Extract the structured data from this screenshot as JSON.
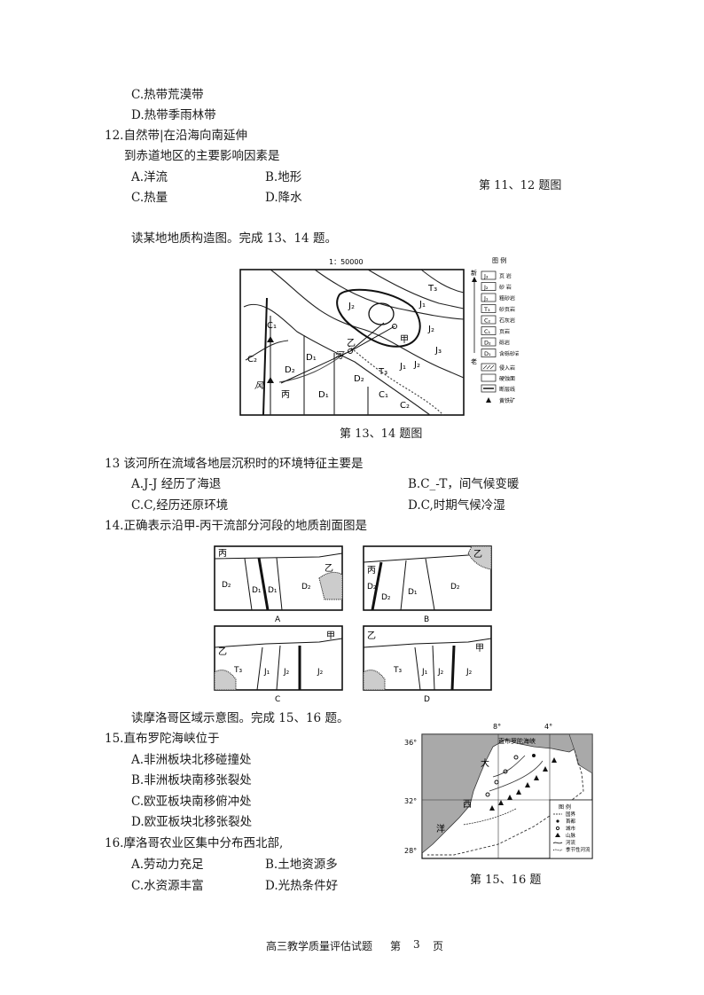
{
  "q11": {
    "opt_c": "C.热带荒漠带",
    "opt_d": "D.热带季雨林带"
  },
  "q12": {
    "stem_line1": "12.自然带|在沿海向南延伸",
    "stem_line2": "到赤道地区的主要影响因素是",
    "opt_a": "A.洋流",
    "opt_b": "B.地形",
    "opt_c": "C.热量",
    "opt_d": "D.降水"
  },
  "fig_11_12_caption": "第 11、12 题图",
  "intro_13_14": "读某地地质构造图。完成 13、14 题。",
  "geo_map": {
    "scale": "1：50000",
    "labels": {
      "j1": "J₁",
      "j2": "J₂",
      "j3": "J₃",
      "t3": "T₃",
      "c1": "C₁",
      "c2": "C₂",
      "d1": "D₁",
      "d2": "D₂",
      "jia": "甲",
      "yi": "乙",
      "bing": "丙",
      "he": "河",
      "feng": "风"
    },
    "legend_title": "图 例",
    "legend_new": "新",
    "legend_old": "老",
    "legend_items": [
      {
        "code": "J₃",
        "name": "页 岩"
      },
      {
        "code": "J₂",
        "name": "砂 岩"
      },
      {
        "code": "J₁",
        "name": "粗砂岩"
      },
      {
        "code": "T₃",
        "name": "砂页岩"
      },
      {
        "code": "C₂",
        "name": "石灰岩"
      },
      {
        "code": "C₁",
        "name": "页岩"
      },
      {
        "code": "D₂",
        "name": "砾岩"
      },
      {
        "code": "D₁",
        "name": "含砾砂岩"
      }
    ],
    "legend_symbols": [
      "侵入岩",
      "硬蚀面",
      "断层线",
      "黄铁矿"
    ]
  },
  "fig_13_14_caption": "第 13、14 题图",
  "q13": {
    "stem": "13 该河所在流域各地层沉积时的环境特征主要是",
    "opt_a": "A.J-J 经历了海退",
    "opt_b": "B.C_-T，间气候变暖",
    "opt_c": "C.C,经历还原环境",
    "opt_d": "D.C,时期气候冷湿"
  },
  "q14": {
    "stem": "14.正确表示沿甲-丙干流部分河段的地质剖面图是"
  },
  "sections": {
    "a": {
      "letter": "A",
      "left": "丙",
      "right": "乙",
      "l1": "D₂",
      "l2": "D₁",
      "l3": "D₁",
      "l4": "D₂"
    },
    "b": {
      "letter": "B",
      "left": "丙",
      "right": "乙",
      "l1": "D₂",
      "l2": "D₂",
      "l3": "D₁",
      "l4": "D₂"
    },
    "c": {
      "letter": "C",
      "left": "乙",
      "right": "甲",
      "l1": "T₃",
      "l2": "J₁",
      "l3": "J₂",
      "l4": "J₂"
    },
    "d": {
      "letter": "D",
      "left": "乙",
      "right": "甲",
      "l1": "T₃",
      "l2": "J₁",
      "l3": "J₂",
      "l4": "J₂"
    }
  },
  "intro_15_16": "读摩洛哥区域示意图。完成 15、16 题。",
  "q15": {
    "stem": "15.直布罗陀海峡位于",
    "opt_a": "A.非洲板块北移碰撞处",
    "opt_b": "B.非洲板块南移张裂处",
    "opt_c": "C.欧亚板块南移俯冲处",
    "opt_d": "D.欧亚板块北移张裂处"
  },
  "q16": {
    "stem": "16.摩洛哥农业区集中分布西北部,",
    "opt_a": "A.劳动力充足",
    "opt_b": "B.土地资源多",
    "opt_c": "C.水资源丰富",
    "opt_d": "D.光热条件好"
  },
  "morocco_map": {
    "lon_8": "8°",
    "lon_4": "4°",
    "lat_36": "36°",
    "lat_32": "32°",
    "lat_28": "28°",
    "strait": "直布罗陀海峡",
    "ocean_1": "大",
    "ocean_2": "西",
    "ocean_3": "洋",
    "legend_title": "图 例",
    "legend_items": [
      "国界",
      "首都",
      "城市",
      "山脉",
      "河流",
      "季节性河流"
    ]
  },
  "fig_15_16_caption": "第 15、16 题",
  "footer": {
    "title": "高三教学质量评估试题",
    "page_label": "第",
    "page_num": "3",
    "page_unit": "页"
  }
}
